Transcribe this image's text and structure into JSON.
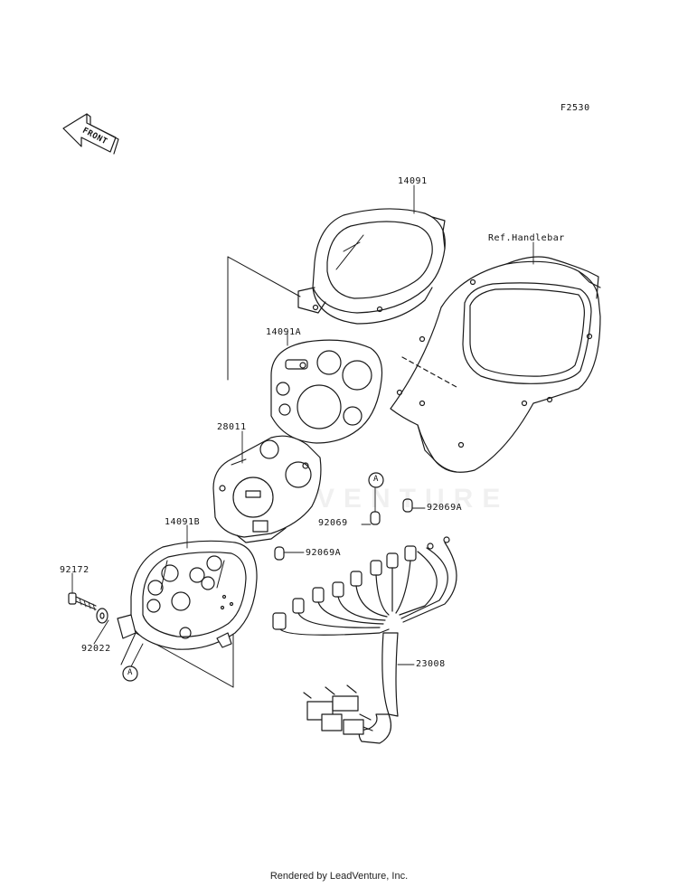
{
  "diagram_code": "F2530",
  "front_label": "FRONT",
  "watermark_text": "VENTURE",
  "callouts": {
    "p14091": "14091",
    "ref_handlebar": "Ref.Handlebar",
    "p14091A": "14091A",
    "p28011": "28011",
    "p14091B": "14091B",
    "p92172": "92172",
    "p92022": "92022",
    "a_lower": "A",
    "a_upper": "A",
    "p92069": "92069",
    "p92069A_upper": "92069A",
    "p92069A_lower": "92069A",
    "p23008": "23008"
  },
  "footer": "Rendered by LeadVenture, Inc."
}
